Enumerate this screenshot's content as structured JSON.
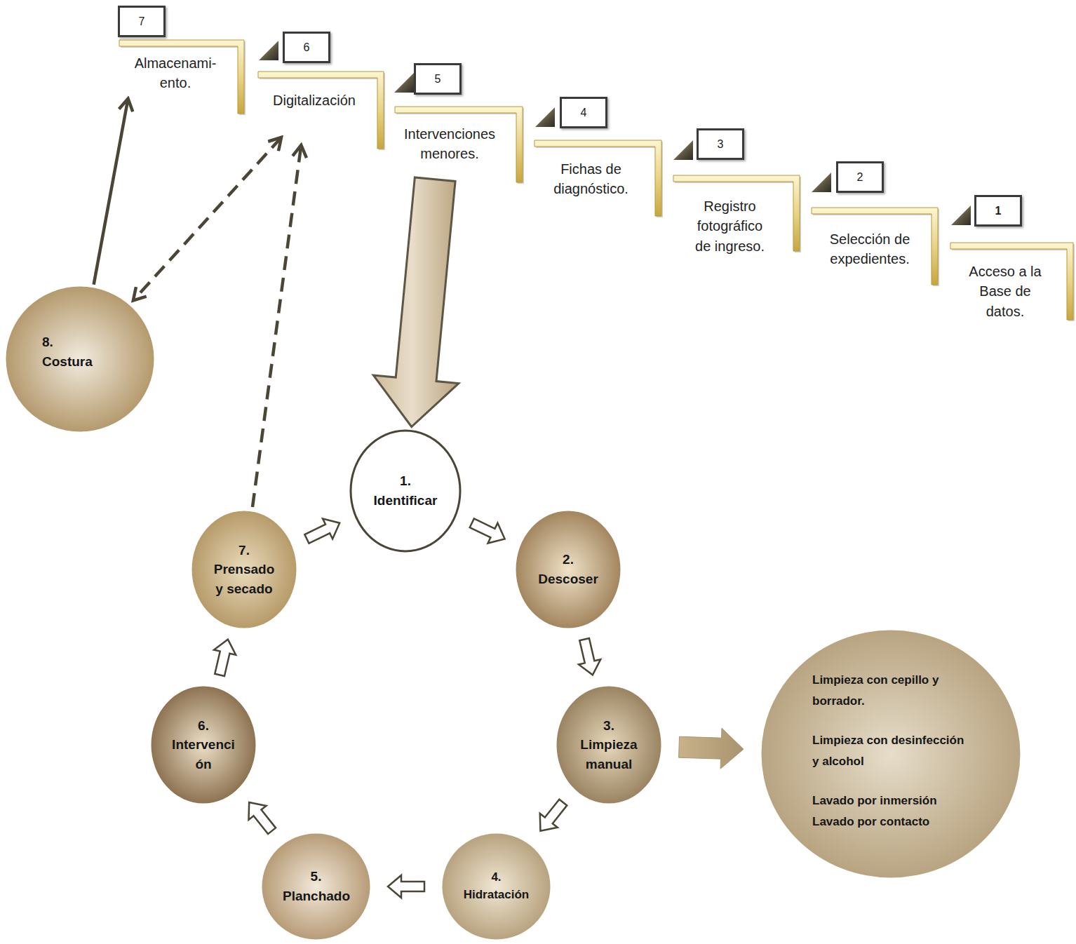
{
  "diagram": {
    "nodes": [
      {
        "text": [
          "1"
        ]
      },
      {
        "text": [
          "Acceso a la Base de datos."
        ]
      },
      {
        "text": [
          "2"
        ]
      },
      {
        "text": [
          "Selección de expedientes."
        ]
      },
      {
        "text": [
          "3"
        ]
      },
      {
        "text": [
          "Registro fotográfico de ingreso."
        ]
      },
      {
        "text": [
          "4"
        ]
      },
      {
        "text": [
          "Fichas de diagnóstico."
        ]
      },
      {
        "text": [
          "5"
        ]
      },
      {
        "text": [
          "Intervenciones menores."
        ]
      },
      {
        "text": [
          "6"
        ]
      },
      {
        "text": [
          "Digitalización"
        ]
      },
      {
        "text": [
          "7"
        ]
      },
      {
        "text": [
          "Almacenami- ento."
        ]
      },
      {
        "text": [
          "1. Identificar"
        ]
      },
      {
        "text": [
          "2. Descoser"
        ]
      },
      {
        "text": [
          "3. Limpieza manual"
        ]
      },
      {
        "text": [
          "4. Hidratación"
        ]
      },
      {
        "text": [
          "5. Planchado"
        ]
      },
      {
        "text": [
          "6. Intervenci ón"
        ]
      },
      {
        "text": [
          "7. Prensado y secado"
        ]
      },
      {
        "text": [
          "8. Costura"
        ]
      },
      {
        "text": [
          "Limpieza con cepillo y borrador.",
          "Limpieza con desinfección y alcohol",
          "Lavado por inmersión",
          "Lavado por contacto"
        ]
      }
    ],
    "edges": [
      {
        "from": 9,
        "to": 14,
        "arrow": "to"
      },
      {
        "from": 14,
        "to": 15,
        "arrow": "to"
      },
      {
        "from": 15,
        "to": 16,
        "arrow": "to"
      },
      {
        "from": 16,
        "to": 17,
        "arrow": "to"
      },
      {
        "from": 17,
        "to": 18,
        "arrow": "to"
      },
      {
        "from": 18,
        "to": 19,
        "arrow": "to"
      },
      {
        "from": 19,
        "to": 20,
        "arrow": "to"
      },
      {
        "from": 20,
        "to": 14,
        "arrow": "to"
      },
      {
        "from": 16,
        "to": 22,
        "arrow": "to"
      },
      {
        "from": 20,
        "to": 11,
        "arrow": "to"
      },
      {
        "from": 11,
        "to": 21,
        "arrow": "both"
      },
      {
        "from": 21,
        "to": 13,
        "arrow": "to"
      }
    ]
  }
}
